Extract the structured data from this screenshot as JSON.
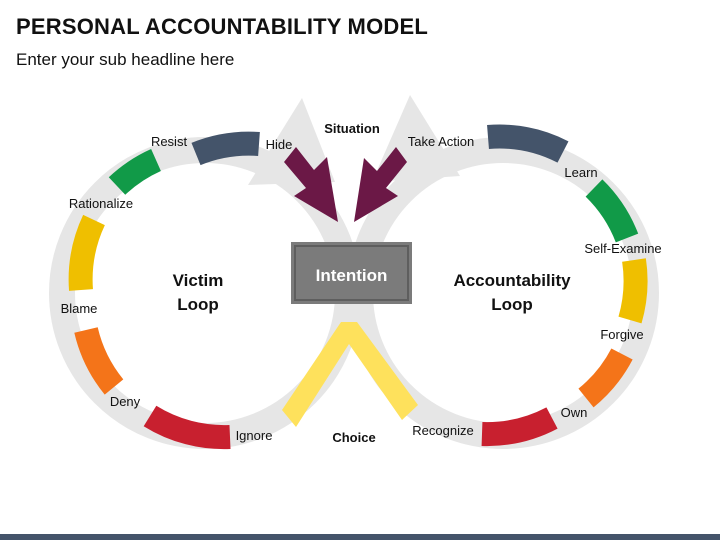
{
  "header": {
    "title": "PERSONAL ACCOUNTABILITY MODEL",
    "subtitle": "Enter your sub headline here"
  },
  "diagram": {
    "center": "Intention",
    "top_label": "Situation",
    "bottom_label": "Choice",
    "victim_loop": {
      "line1": "Victim",
      "line2": "Loop"
    },
    "accountability_loop": {
      "line1": "Accountability",
      "line2": "Loop"
    },
    "victim_steps": [
      "Resist",
      "Hide",
      "Rationalize",
      "Blame",
      "Deny",
      "Ignore"
    ],
    "accountability_steps": [
      "Take Action",
      "Learn",
      "Self-Examine",
      "Forgive",
      "Own",
      "Recognize"
    ]
  },
  "colors": {
    "slate": "#44546a",
    "green": "#119a48",
    "yellow": "#efbf00",
    "orange": "#f47419",
    "red": "#c8202f",
    "maroon": "#6b1846",
    "light_yellow": "#fee15c",
    "loop_gray": "#e6e6e6",
    "box_gray": "#7b7b7b"
  }
}
